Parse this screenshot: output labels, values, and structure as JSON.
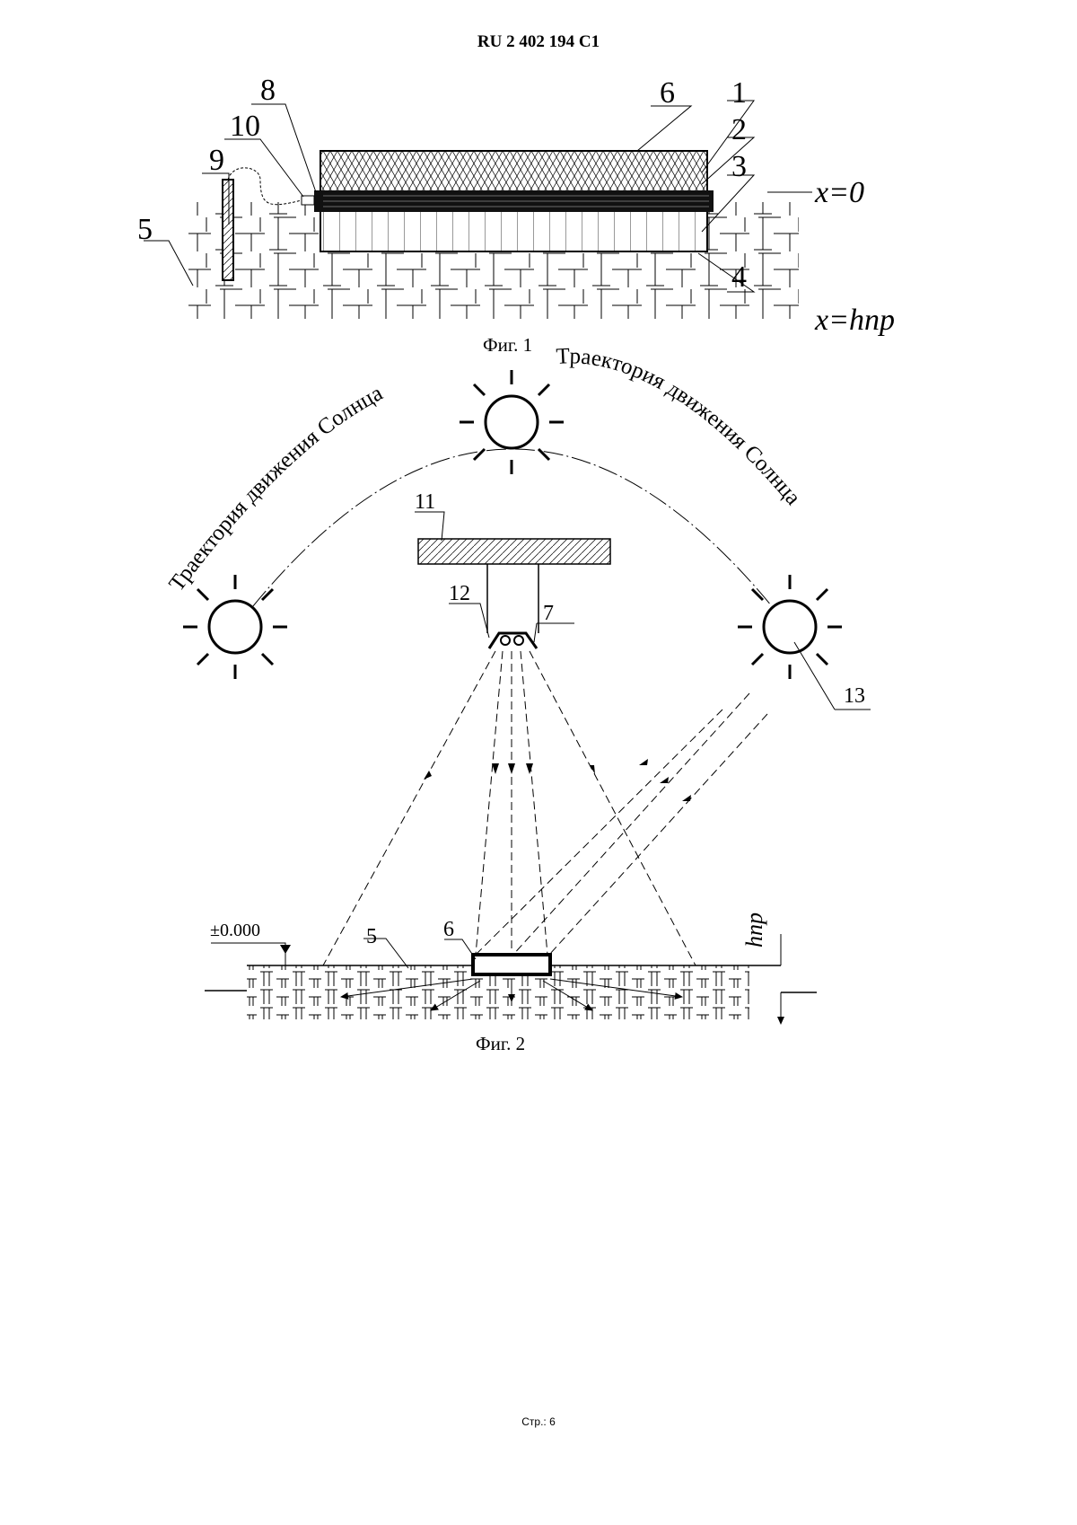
{
  "header": {
    "doc_number": "RU   2 402 194   C1"
  },
  "fig1": {
    "caption": "Фиг. 1",
    "labels": {
      "l1": "1",
      "l2": "2",
      "l3": "3",
      "l4": "4",
      "l5": "5",
      "l6": "6",
      "l8": "8",
      "l9": "9",
      "l10": "10"
    },
    "x_top": "x=0",
    "x_bottom": "x=hпр"
  },
  "fig2": {
    "caption": "Фиг. 2",
    "trajectory_left": "Траектория движения Солнца",
    "trajectory_right": "Траектория движения Солнца",
    "labels": {
      "l5": "5",
      "l6": "6",
      "l7": "7",
      "l11": "11",
      "l12": "12",
      "l13": "13"
    },
    "level_mark": "±0.000",
    "depth_label": "hпр"
  },
  "footer": {
    "page": "Стр.:  6"
  }
}
